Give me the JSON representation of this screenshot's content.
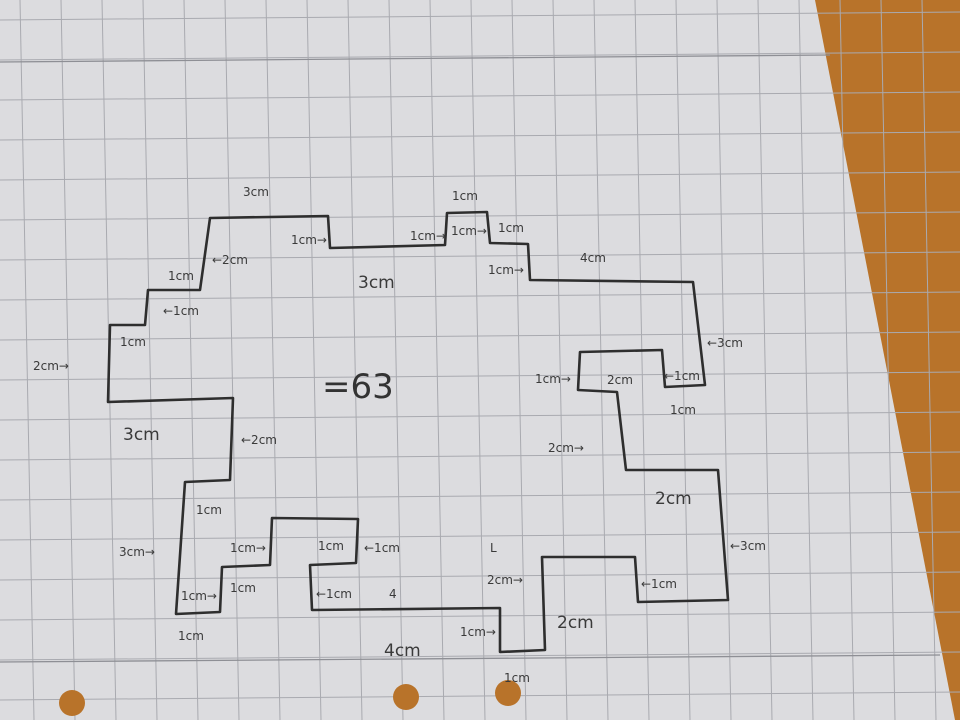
{
  "diagram": {
    "total": "=63",
    "corner_mark": "L",
    "labels": {
      "top_3cm": "3cm",
      "left_2cm_step": "←2cm",
      "left_1cm_top": "1cm",
      "left_1cm_mid": "←1cm",
      "left_1cm_up": "1cm",
      "left_2cm": "2cm→",
      "top_1cm_a": "1cm→",
      "top_1cm_b": "1cm→",
      "top_1cm_c": "1cm→",
      "top_1cm_d": "1cm",
      "top_1cm_e": "1cm",
      "top_3cm_mid": "3cm",
      "top_1cm_f": "1cm→",
      "top_4cm": "4cm",
      "right_3cm_top": "←3cm",
      "right_1cm_a": "1cm→",
      "right_2cm_inner": "2cm",
      "right_1cm_b": "←1cm",
      "right_1cm_c": "1cm",
      "right_2cm_step": "2cm→",
      "right_2cm_low": "2cm",
      "right_3cm_low": "←3cm",
      "right_1cm_d": "←1cm",
      "right_2cm_big": "2cm",
      "left_3cm_low": "3cm",
      "left_2cm_low": "←2cm",
      "bl_1cm_a": "1cm",
      "bl_3cm": "3cm→",
      "bl_1cm_b": "1cm→",
      "bl_1cm_c": "1cm",
      "bl_1cm_d": "1cm→",
      "bl_1cm_e": "1cm",
      "bm_1cm_a": "1cm",
      "bm_1cm_b": "←1cm",
      "bm_1cm_c": "←1cm",
      "bm_4": "4",
      "bm_4cm": "4cm",
      "br_2cm": "2cm→",
      "br_1cm_a": "1cm→",
      "br_1cm_b": "1cm"
    }
  }
}
